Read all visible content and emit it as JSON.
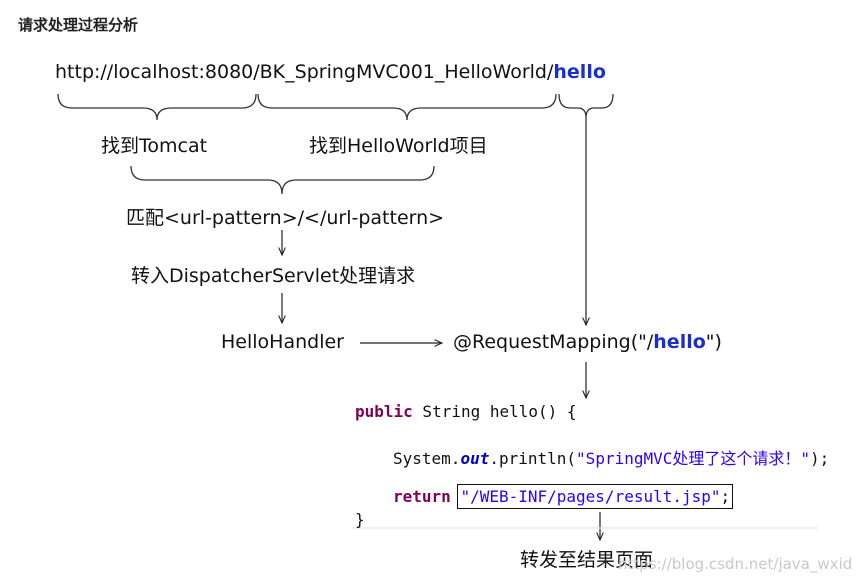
{
  "heading": "请求处理过程分析",
  "url": {
    "prefix": "http://localhost:8080/BK_SpringMVC001_HelloWorld/",
    "highlight": "hello"
  },
  "labels": {
    "find_tomcat": "找到Tomcat",
    "find_project": "找到HelloWorld项目",
    "match_pattern": "匹配<url-pattern>/</url-pattern>",
    "dispatch": "转入DispatcherServlet处理请求",
    "handler": "HelloHandler",
    "mapping_prefix": "@RequestMapping(\"/",
    "mapping_highlight": "hello",
    "mapping_suffix": "\")",
    "forward": "转发至结果页面"
  },
  "code": {
    "line1_kw": "public",
    "line1_rest": " String hello() {",
    "line2_pre": "System.",
    "line2_field": "out",
    "line2_mid": ".println(",
    "line2_str": "\"SpringMVC处理了这个请求！\"",
    "line2_end": ");",
    "line3_kw": "return",
    "line3_str": "\"/WEB-INF/pages/result.jsp\"",
    "line3_end": ";",
    "line4": "}"
  },
  "watermark": "https://blog.csdn.net/java_wxid"
}
